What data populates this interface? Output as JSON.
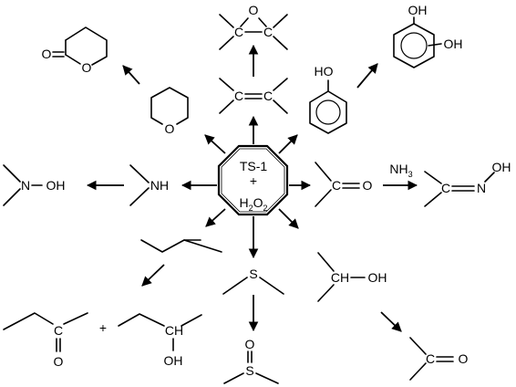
{
  "center": {
    "catalyst": "TS-1",
    "plus": "+",
    "oxidant_main": "H",
    "oxidant_sub1": "2",
    "oxidant_mid": "O",
    "oxidant_sub2": "2"
  },
  "labels": {
    "lactone_O_carbonyl": "O",
    "lactone_O_ring": "O",
    "thp_O": "O",
    "epoxide_O": "O",
    "epoxide_C1": "C",
    "epoxide_C2": "C",
    "alkene_C1": "C",
    "alkene_C2": "C",
    "phenol_OH": "HO",
    "diol_OH1": "OH",
    "diol_OH2": "OH",
    "amine_NH": "NH",
    "hydroxylamine_N": "N",
    "hydroxylamine_OH": "OH",
    "ketone_C": "C",
    "ketone_O": "O",
    "ammonia_N": "NH",
    "ammonia_sub": "3",
    "oxime_C": "C",
    "oxime_N": "N",
    "oxime_OH": "OH",
    "sulfide_S": "S",
    "sulfoxide_S": "S",
    "sulfoxide_O": "O",
    "alcohol_CH": "CH",
    "alcohol_OH": "OH",
    "ketone2_C": "C",
    "ketone2_O": "O",
    "butanone_C": "C",
    "butanone_O": "O",
    "plus_sign": "+",
    "butanol_CH": "CH",
    "butanol_OH": "OH"
  }
}
